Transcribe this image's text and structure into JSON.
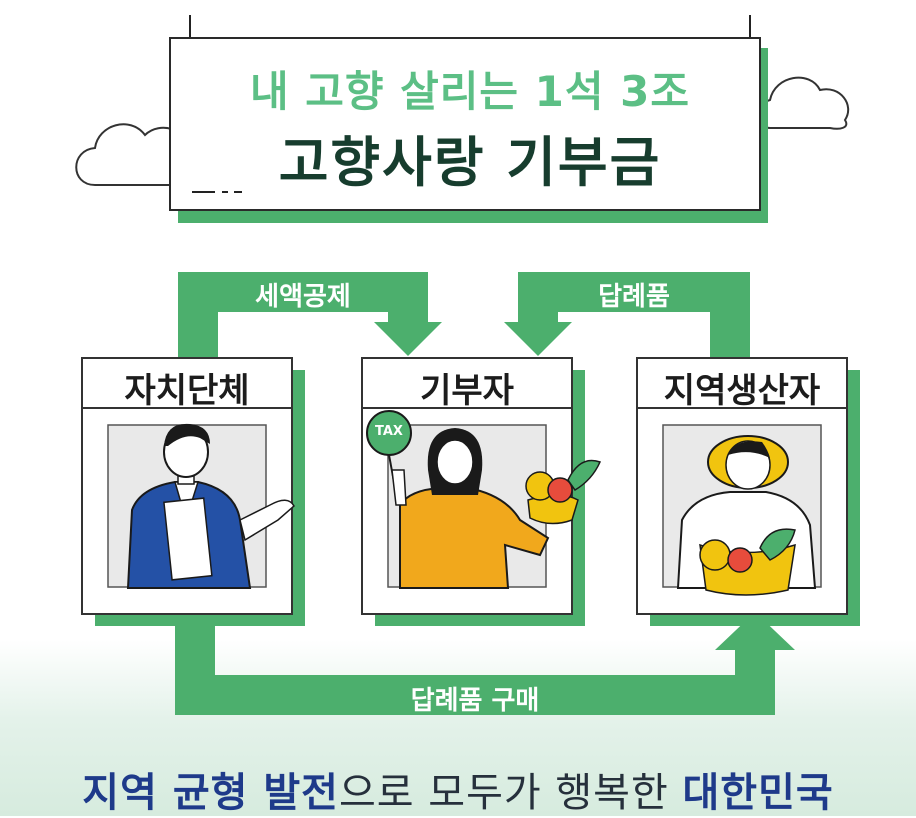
{
  "title": {
    "line1": "내 고향 살리는 1석 3조",
    "line2": "고향사랑 기부금"
  },
  "arrows": {
    "tax_credit": "세액공제",
    "return_gift": "답례품",
    "gift_purchase": "답례품 구매"
  },
  "cards": {
    "government": "자치단체",
    "donor": "기부자",
    "producer": "지역생산자"
  },
  "tax_badge": "TAX",
  "slogan": {
    "part1": "지역 균형 발전",
    "part2": "으로 모두가 행복한 ",
    "part3": "대한민국"
  },
  "colors": {
    "green": "#4caf6d",
    "dark_green": "#173d2e",
    "light_green": "#5cbf85",
    "slogan_blue": "#1e3a8a"
  }
}
